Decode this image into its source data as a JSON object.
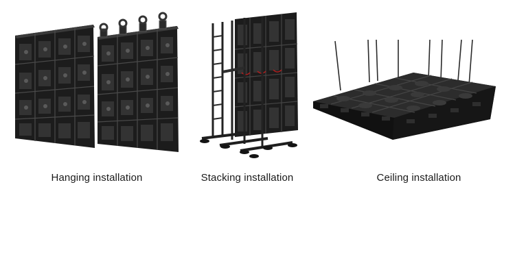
{
  "items": [
    {
      "caption": "Hanging installation",
      "icon": "hanging-led-panels"
    },
    {
      "caption": "Stacking installation",
      "icon": "stacking-led-panels"
    },
    {
      "caption": "Ceiling installation",
      "icon": "ceiling-led-panels"
    }
  ],
  "colors": {
    "cabinet": "#1b1b1b",
    "frame": "#2a2a2a",
    "detail": "#4a4a4a",
    "accent": "#b01e1e",
    "text": "#1a1a1a",
    "background": "#ffffff"
  }
}
